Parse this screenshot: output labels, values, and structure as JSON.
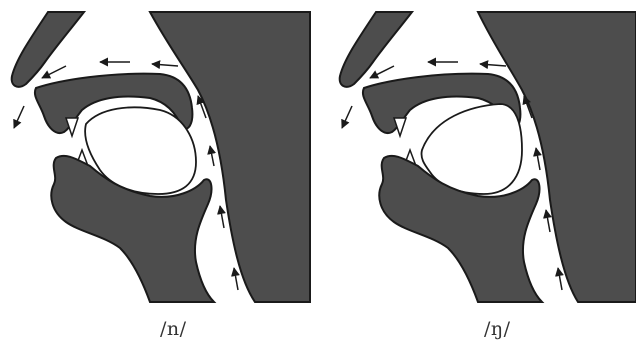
{
  "figure": {
    "panels": [
      {
        "label": "/n/",
        "airflow": "nasal",
        "closure": "alveolar"
      },
      {
        "label": "/ŋ/",
        "airflow": "nasal",
        "closure": "velar"
      }
    ],
    "colors": {
      "tissue": "#4d4d4d",
      "outline": "#1a1a1a",
      "airway": "#ffffff",
      "arrow": "#1a1a1a"
    }
  }
}
